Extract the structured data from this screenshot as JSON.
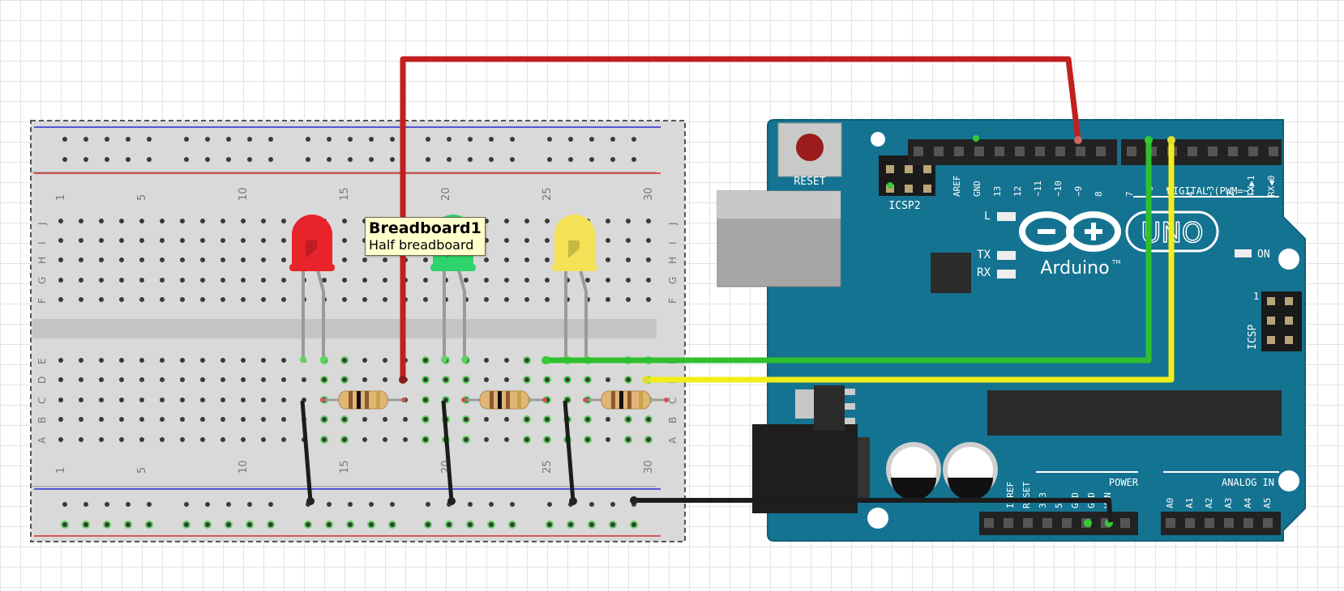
{
  "tooltip": {
    "title": "Breadboard1",
    "subtitle": "Half breadboard"
  },
  "breadboard": {
    "column_labels_top": [
      "1",
      "5",
      "10",
      "15",
      "20",
      "25",
      "30"
    ],
    "column_labels_bottom": [
      "1",
      "5",
      "10",
      "15",
      "20",
      "25",
      "30"
    ],
    "row_labels_top": [
      "J",
      "I",
      "H",
      "G",
      "F"
    ],
    "row_labels_bottom": [
      "E",
      "D",
      "C",
      "B",
      "A"
    ]
  },
  "arduino": {
    "reset_label": "RESET",
    "icsp2_label": "ICSP2",
    "icsp_label": "ICSP",
    "icsp_pin1": "1",
    "l_label": "L",
    "tx_label": "TX",
    "rx_label": "RX",
    "on_label": "ON",
    "brand": "Arduino",
    "trademark": "TM",
    "model": "UNO",
    "digital_label": "DIGITAL (PWM=~)",
    "power_label": "POWER",
    "analog_label": "ANALOG IN",
    "header1_pins": [
      "AREF",
      "GND",
      "13",
      "12",
      "~11",
      "~10",
      "~9",
      "8"
    ],
    "header2_pins": [
      "7",
      "~6",
      "~5",
      "4",
      "~3",
      "2",
      "TX▶1",
      "RX◀0"
    ],
    "power_pins": [
      "IOREF",
      "RESET",
      "3V3",
      "5V",
      "GND",
      "GND",
      "VIN"
    ],
    "analog_pins": [
      "A0",
      "A1",
      "A2",
      "A3",
      "A4",
      "A5"
    ]
  },
  "components": {
    "leds": [
      {
        "name": "red-led",
        "color": "#e8232a"
      },
      {
        "name": "green-led",
        "color": "#2fd36c"
      },
      {
        "name": "yellow-led",
        "color": "#f5e155"
      }
    ],
    "resistor_colors": [
      "#8c5a2b",
      "#111111",
      "#8c5a2b",
      "#c9a24a"
    ]
  },
  "wire_colors": {
    "red": "#c21f1f",
    "green": "#2fbf2f",
    "yellow": "#f2ee1a",
    "black": "#1c1c1c"
  }
}
